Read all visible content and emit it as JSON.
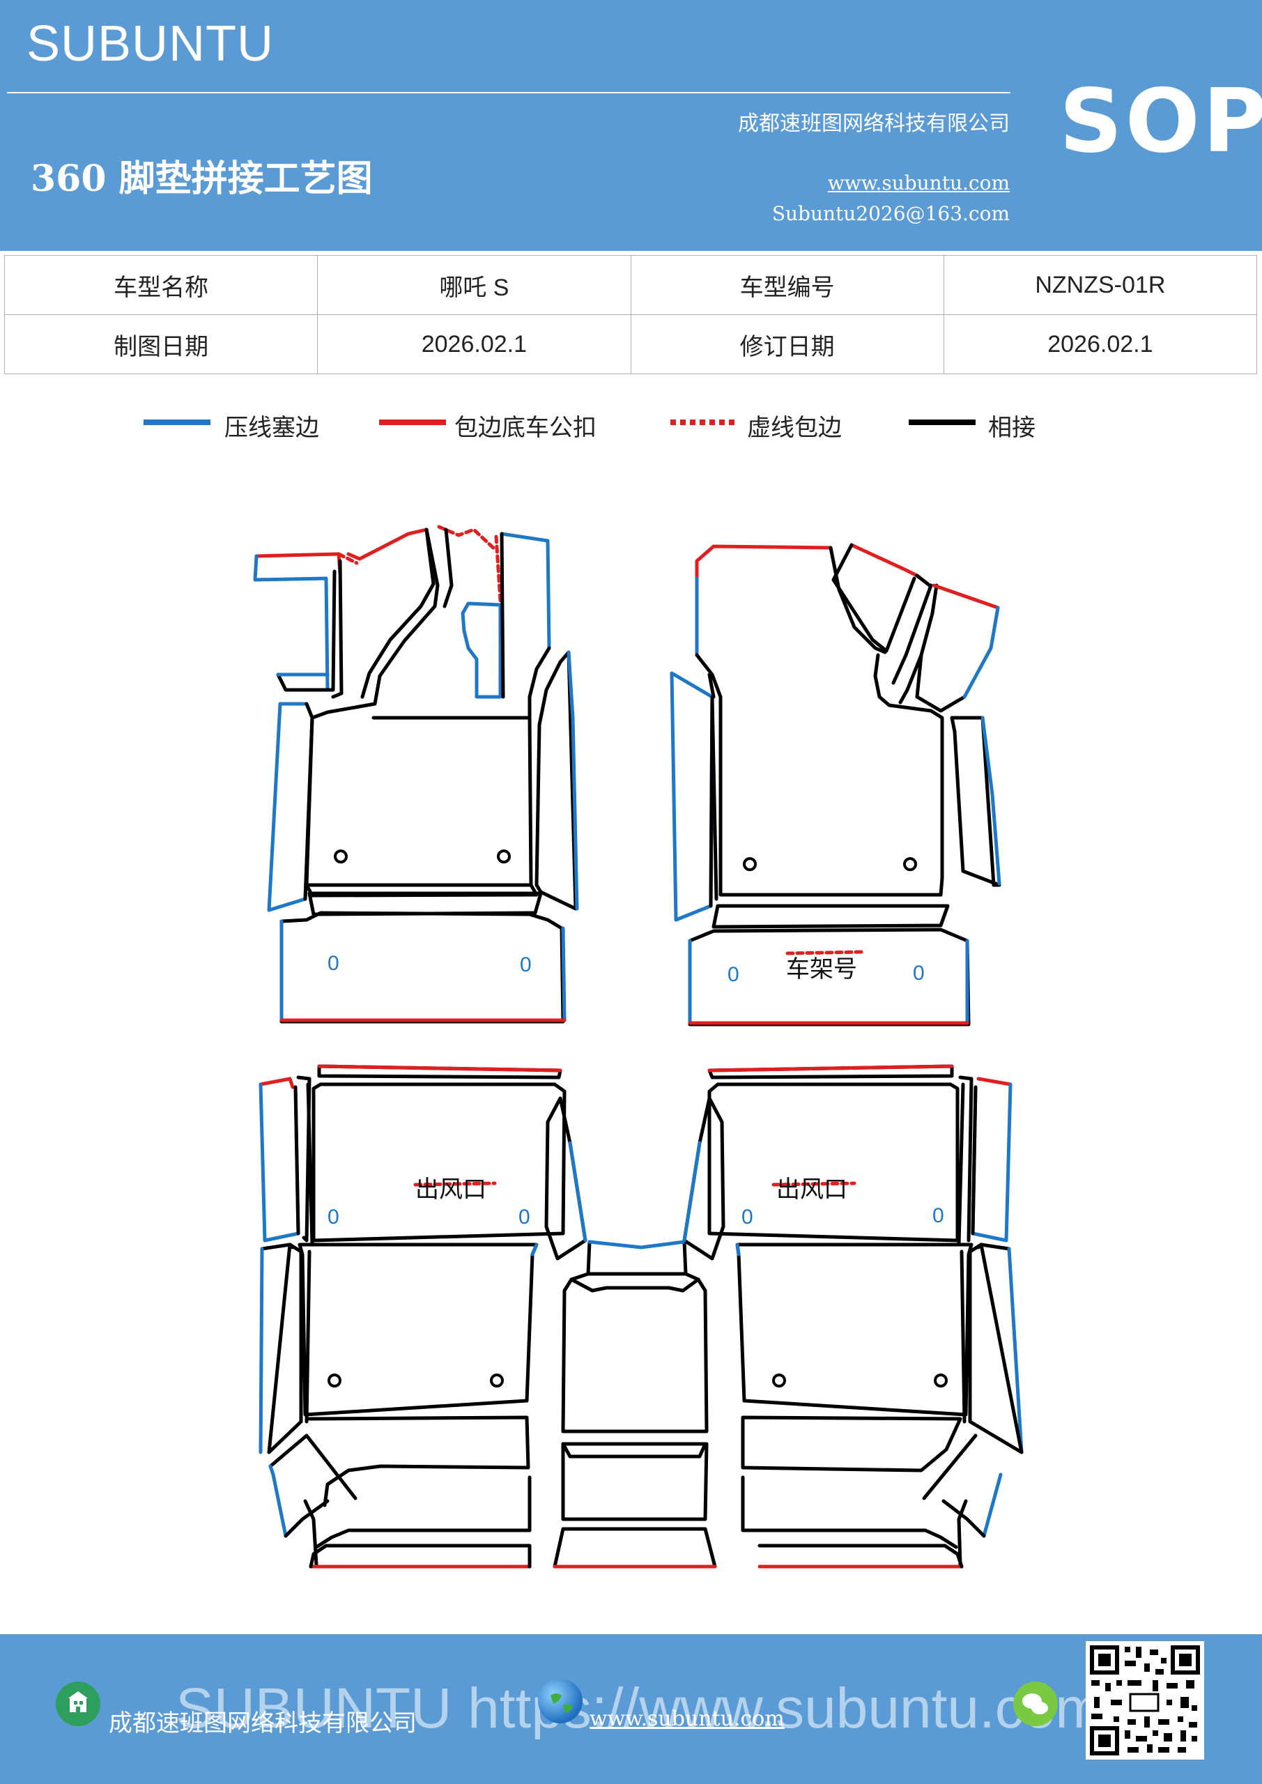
{
  "header": {
    "brand": "SUBUNTU",
    "title": "360 脚垫拼接工艺图",
    "company": "成都速班图网络科技有限公司",
    "website": "www.subuntu.com",
    "email": "Subuntu2026@163.com",
    "badge": "SOP"
  },
  "info_table": {
    "rows": [
      [
        {
          "label": "车型名称"
        },
        {
          "value": "哪吒 S"
        },
        {
          "label": "车型编号"
        },
        {
          "value": "NZNZS-01R"
        }
      ],
      [
        {
          "label": "制图日期"
        },
        {
          "value": "2026.02.1"
        },
        {
          "label": "修订日期"
        },
        {
          "value": "2026.02.1"
        }
      ]
    ]
  },
  "legend": [
    {
      "label": "压线塞边",
      "color": "#1f77c8",
      "style": "solid"
    },
    {
      "label": "包边底车公扣",
      "color": "#e02020",
      "style": "solid"
    },
    {
      "label": "虚线包边",
      "color": "#e02020",
      "style": "dashed"
    },
    {
      "label": "相接",
      "color": "#000000",
      "style": "solid"
    }
  ],
  "diagram": {
    "labels": {
      "frame_number": "车架号",
      "air_outlet_left": "出风口",
      "air_outlet_right": "出风口",
      "hole_marker": "0"
    },
    "colors": {
      "press": "#1f77c8",
      "wrap": "#e02020",
      "join": "#000000"
    }
  },
  "footer": {
    "watermark": "SUBUNTU https://www.subuntu.com",
    "company": "成都速班图网络科技有限公司",
    "website": "www.subuntu.com"
  }
}
